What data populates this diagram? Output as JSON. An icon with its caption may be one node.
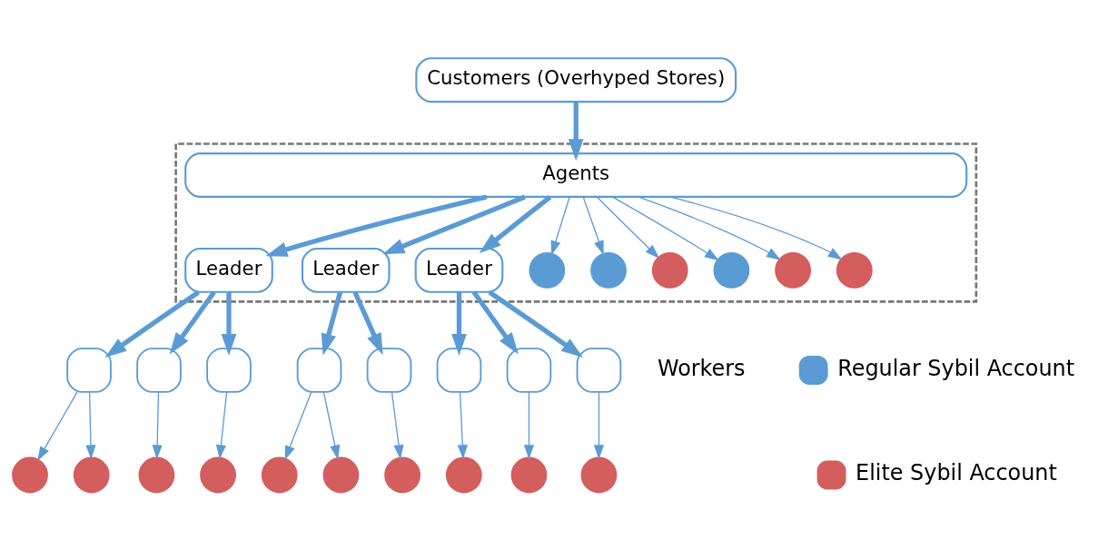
{
  "diagram": {
    "nodes": [
      {
        "text": [
          "Customers (Overhyped Stores)"
        ]
      },
      {
        "text": [],
        "shape": "box"
      },
      {
        "text": [
          "Agents"
        ],
        "in": 1
      },
      {
        "text": [
          "Leader"
        ],
        "in": 1
      },
      {
        "text": [
          "Leader"
        ],
        "in": 1
      },
      {
        "text": [
          "Leader"
        ],
        "in": 1
      },
      {
        "text": [],
        "shape": "circle",
        "in": 1
      },
      {
        "text": [],
        "shape": "circle",
        "in": 1
      },
      {
        "text": [],
        "shape": "circle",
        "in": 1
      },
      {
        "text": [],
        "shape": "circle",
        "in": 1
      },
      {
        "text": [],
        "shape": "circle",
        "in": 1
      },
      {
        "text": [],
        "shape": "circle",
        "in": 1
      },
      {
        "text": [],
        "shape": "box"
      },
      {
        "text": [],
        "shape": "box"
      },
      {
        "text": [],
        "shape": "box"
      },
      {
        "text": [],
        "shape": "box"
      },
      {
        "text": [],
        "shape": "box"
      },
      {
        "text": [],
        "shape": "box"
      },
      {
        "text": [],
        "shape": "box"
      },
      {
        "text": [],
        "shape": "box"
      },
      {
        "text": [],
        "shape": "circle"
      },
      {
        "text": [],
        "shape": "circle"
      },
      {
        "text": [],
        "shape": "circle"
      },
      {
        "text": [],
        "shape": "circle"
      },
      {
        "text": [],
        "shape": "circle"
      },
      {
        "text": [],
        "shape": "circle"
      },
      {
        "text": [],
        "shape": "circle"
      },
      {
        "text": [],
        "shape": "circle"
      },
      {
        "text": [],
        "shape": "circle"
      },
      {
        "text": [],
        "shape": "circle"
      }
    ],
    "edges": [
      {
        "from": 0,
        "to": 2,
        "arrow": "to",
        "style": "thick"
      },
      {
        "from": 2,
        "to": 3,
        "arrow": "to",
        "style": "thick"
      },
      {
        "from": 2,
        "to": 4,
        "arrow": "to",
        "style": "thick"
      },
      {
        "from": 2,
        "to": 5,
        "arrow": "to",
        "style": "thick"
      },
      {
        "from": 2,
        "to": 6,
        "arrow": "to"
      },
      {
        "from": 2,
        "to": 7,
        "arrow": "to"
      },
      {
        "from": 2,
        "to": 8,
        "arrow": "to"
      },
      {
        "from": 2,
        "to": 9,
        "arrow": "to"
      },
      {
        "from": 2,
        "to": 10,
        "arrow": "to"
      },
      {
        "from": 2,
        "to": 11,
        "arrow": "to"
      },
      {
        "from": 3,
        "to": 12,
        "arrow": "to",
        "style": "thick"
      },
      {
        "from": 3,
        "to": 13,
        "arrow": "to",
        "style": "thick"
      },
      {
        "from": 3,
        "to": 14,
        "arrow": "to",
        "style": "thick"
      },
      {
        "from": 4,
        "to": 15,
        "arrow": "to",
        "style": "thick"
      },
      {
        "from": 4,
        "to": 16,
        "arrow": "to",
        "style": "thick"
      },
      {
        "from": 5,
        "to": 17,
        "arrow": "to",
        "style": "thick"
      },
      {
        "from": 5,
        "to": 18,
        "arrow": "to",
        "style": "thick"
      },
      {
        "from": 5,
        "to": 19,
        "arrow": "to",
        "style": "thick"
      },
      {
        "from": 12,
        "to": 20,
        "arrow": "to"
      },
      {
        "from": 12,
        "to": 21,
        "arrow": "to"
      },
      {
        "from": 13,
        "to": 22,
        "arrow": "to"
      },
      {
        "from": 14,
        "to": 23,
        "arrow": "to"
      },
      {
        "from": 15,
        "to": 24,
        "arrow": "to"
      },
      {
        "from": 15,
        "to": 25,
        "arrow": "to"
      },
      {
        "from": 16,
        "to": 26,
        "arrow": "to"
      },
      {
        "from": 17,
        "to": 27,
        "arrow": "to"
      },
      {
        "from": 18,
        "to": 28,
        "arrow": "to"
      },
      {
        "from": 19,
        "to": 29,
        "arrow": "to"
      }
    ],
    "labels": [
      "Workers"
    ],
    "legend": [
      {
        "text": "Regular Sybil Account",
        "color": "#5b9bd5"
      },
      {
        "text": "Elite Sybil Account",
        "color": "#d45d5d"
      }
    ]
  }
}
